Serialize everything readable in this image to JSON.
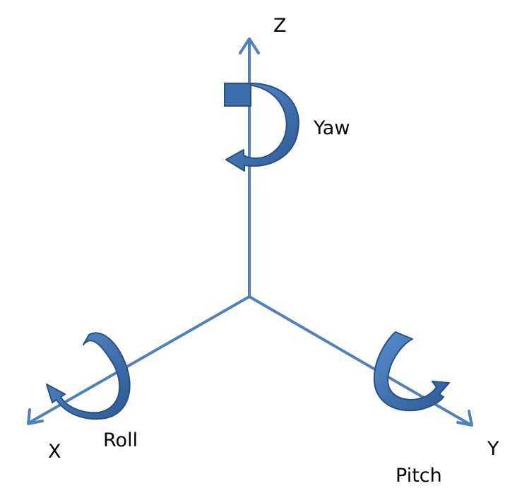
{
  "diagram": {
    "axes": {
      "z": "Z",
      "x": "X",
      "y": "Y"
    },
    "rotations": {
      "yaw": "Yaw",
      "roll": "Roll",
      "pitch": "Pitch"
    }
  },
  "colors": {
    "axis": "#4F81BD",
    "band_light": "#4A7EBB",
    "band_dark": "#2F5A95",
    "outline": "#2A4F82",
    "background": "#FFFFFF",
    "text": "#000000"
  }
}
